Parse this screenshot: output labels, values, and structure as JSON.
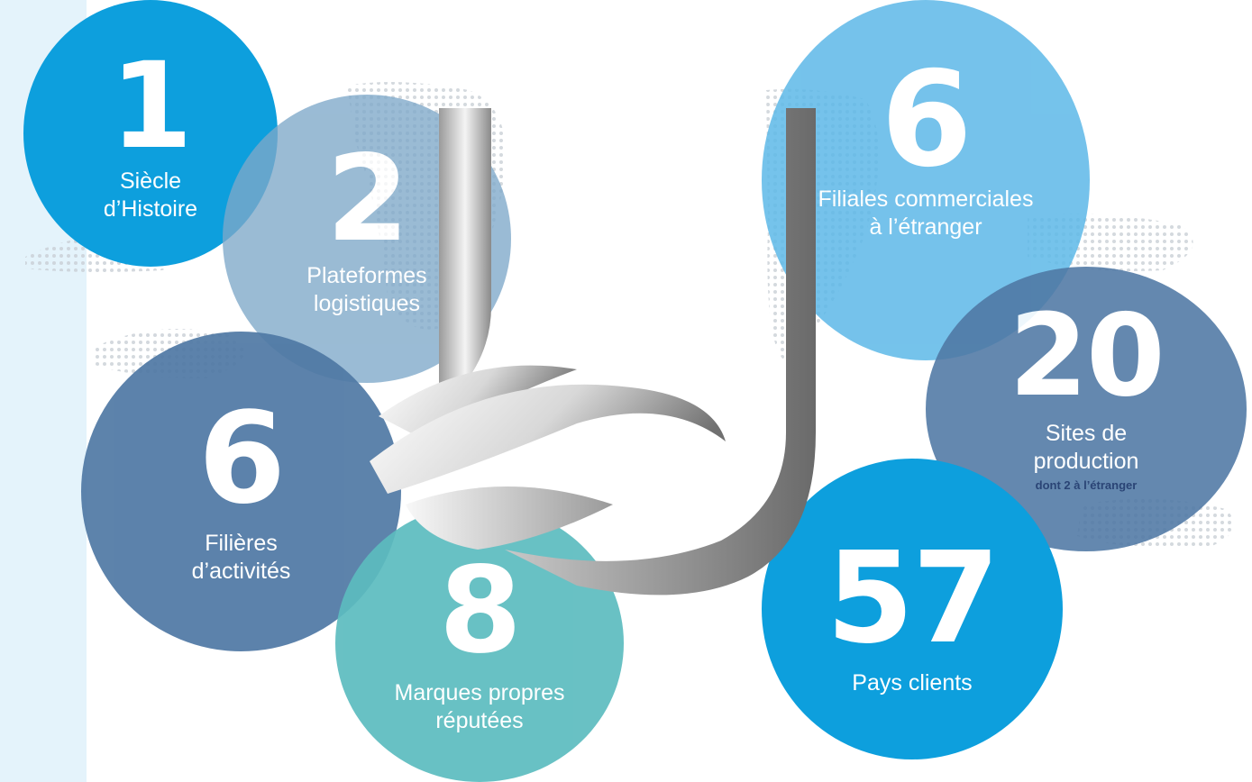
{
  "colors": {
    "side_strip": "#e4f3fb",
    "cyan": "#0d9fdd",
    "steel_blue": "#4f78a4",
    "grey_blue": "#7ea8c9",
    "light_blue": "#5db8e8",
    "teal": "#5cbcbf",
    "dark_text": "#0d2b63"
  },
  "stats": [
    {
      "id": "b1",
      "value": "1",
      "label_lines": [
        "Siècle",
        "d’Histoire"
      ],
      "color": "#0d9fdd",
      "opacity": 1.0
    },
    {
      "id": "b2",
      "value": "2",
      "label_lines": [
        "Plateformes",
        "logistiques"
      ],
      "color": "#7ea8c9",
      "opacity": 0.78
    },
    {
      "id": "b3",
      "value": "6",
      "label_lines": [
        "Filières",
        "d’activités"
      ],
      "color": "#4f78a4",
      "opacity": 0.92
    },
    {
      "id": "b4",
      "value": "8",
      "label_lines": [
        "Marques propres",
        "réputées"
      ],
      "color": "#5cbcbf",
      "opacity": 0.92
    },
    {
      "id": "b5",
      "value": "6",
      "label_lines": [
        "Filiales commerciales",
        "à l’étranger"
      ],
      "color": "#5db8e8",
      "opacity": 0.85
    },
    {
      "id": "b6",
      "value": "20",
      "label_lines": [
        "Sites de",
        "production"
      ],
      "note": "dont 2 à l’étranger",
      "color": "#4f78a4",
      "opacity": 0.88
    },
    {
      "id": "b7",
      "value": "57",
      "label_lines": [
        "Pays clients"
      ],
      "color": "#0d9fdd",
      "opacity": 1.0
    }
  ]
}
